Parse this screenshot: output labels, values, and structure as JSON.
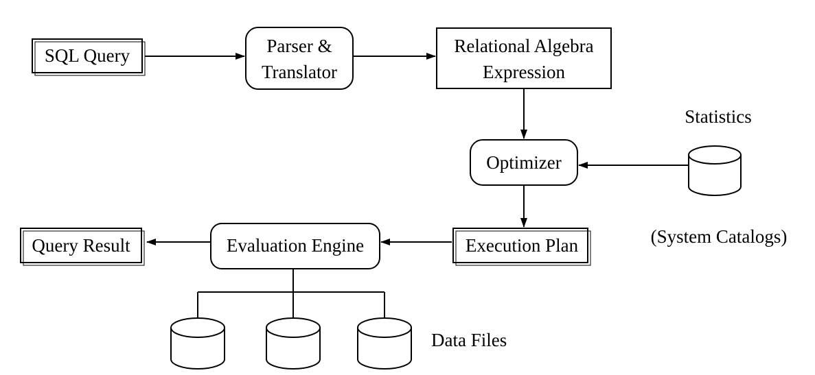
{
  "nodes": {
    "sql_query": "SQL Query",
    "parser_line1": "Parser &",
    "parser_line2": "Translator",
    "relalg_line1": "Relational Algebra",
    "relalg_line2": "Expression",
    "optimizer": "Optimizer",
    "execution_plan": "Execution Plan",
    "evaluation_engine": "Evaluation Engine",
    "query_result": "Query Result"
  },
  "labels": {
    "statistics": "Statistics",
    "system_catalogs": "(System Catalogs)",
    "data_files": "Data Files"
  }
}
